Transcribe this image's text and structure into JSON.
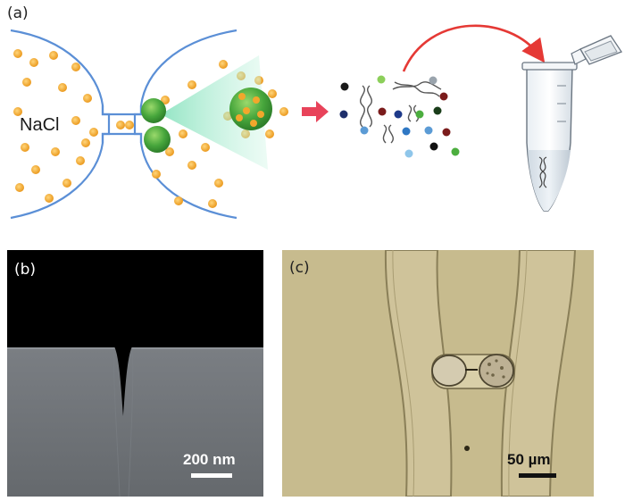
{
  "figure": {
    "panels": {
      "a": {
        "label": "(a)",
        "salt_label": "NaCl"
      },
      "b": {
        "label": "(b)",
        "scale_bar": "200 nm"
      },
      "c": {
        "label": "(c)",
        "scale_bar": "50 µm"
      }
    },
    "colors": {
      "channel_wall": "#5b8fd6",
      "salt_particle": "#f2a72c",
      "cell": "#4cae3f",
      "arrow_pink": "#e8435a",
      "arrow_red": "#e53935",
      "sem_background": "#6e7276",
      "micrograph_background": "#c7bb8e"
    }
  }
}
